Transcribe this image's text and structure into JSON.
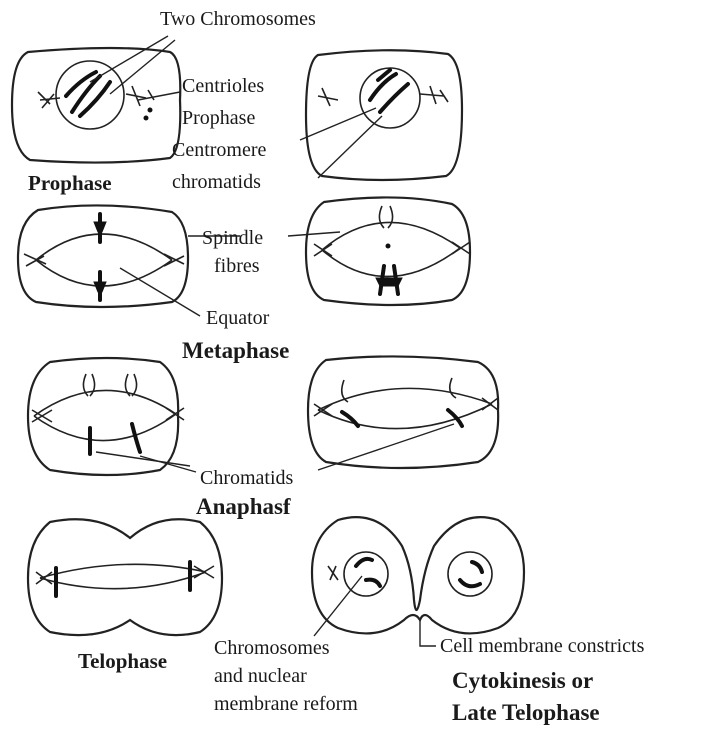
{
  "labels": {
    "two_chromosomes": "Two Chromosomes",
    "centrioles": "Centrioles",
    "prophase_small": "Prophase",
    "centromere": "Centromere",
    "chromatids_top": "chromatids",
    "spindle": "Spindle",
    "fibres": "fibres",
    "equator": "Equator",
    "chromatids_mid": "Chromatids",
    "chromosomes_and": "Chromosomes",
    "and_nuclear": "and nuclear",
    "membrane_reform": "membrane reform",
    "cell_membrane_constricts": "Cell membrane constricts"
  },
  "stages": {
    "prophase": "Prophase",
    "metaphase": "Metaphase",
    "anaphase": "Anaphasf",
    "telophase": "Telophase",
    "cytokinesis_1": "Cytokinesis or",
    "cytokinesis_2": "Late Telophase"
  }
}
